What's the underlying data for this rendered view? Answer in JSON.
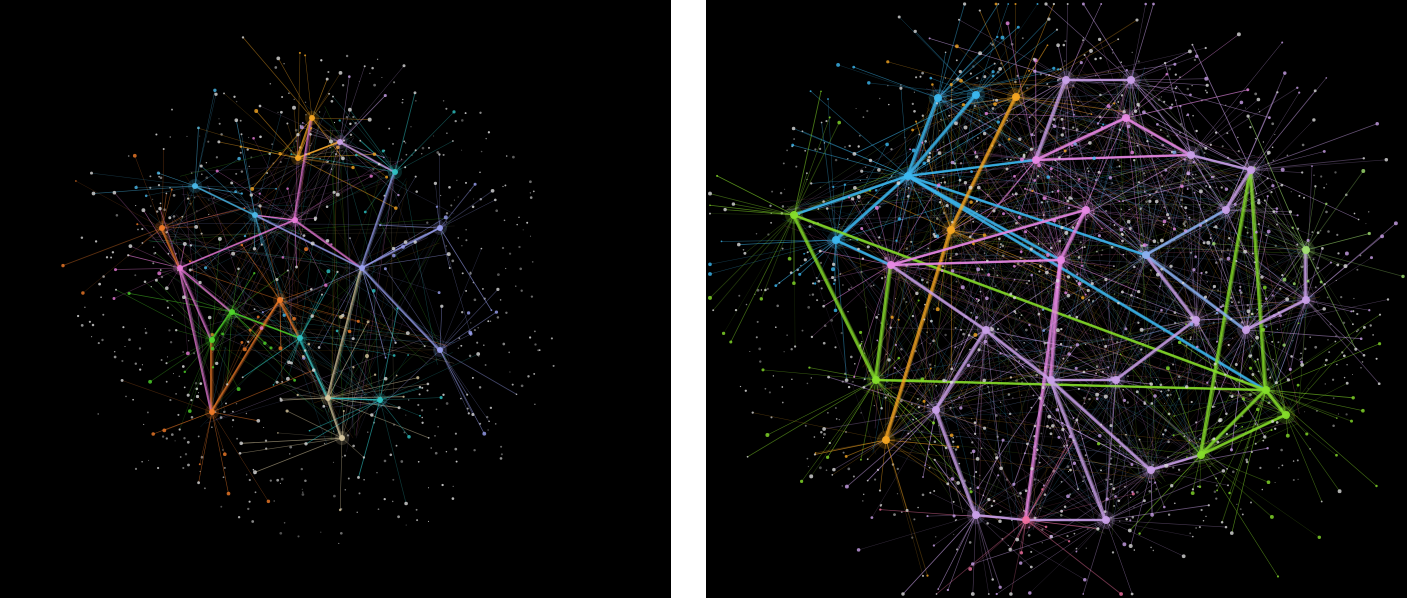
{
  "figure": {
    "panels": [
      {
        "id": "left",
        "background": "#000000",
        "seed": 7,
        "cluster_colors": [
          "#f5a623",
          "#4ab8e8",
          "#c9a0e8",
          "#9aa0f0",
          "#4fd62a",
          "#2ec4c4",
          "#f07b28",
          "#e87ad8",
          "#d8c8a0"
        ],
        "isolated_node_color": "#d8d8d8"
      },
      {
        "id": "right",
        "background": "#000000",
        "seed": 19,
        "cluster_colors": [
          "#3cb8f0",
          "#f5a623",
          "#e889e6",
          "#86dd2a",
          "#c9a0e8",
          "#8ab0f0",
          "#f070a0",
          "#a0e070"
        ],
        "isolated_node_color": "#d8d8d8"
      }
    ]
  }
}
